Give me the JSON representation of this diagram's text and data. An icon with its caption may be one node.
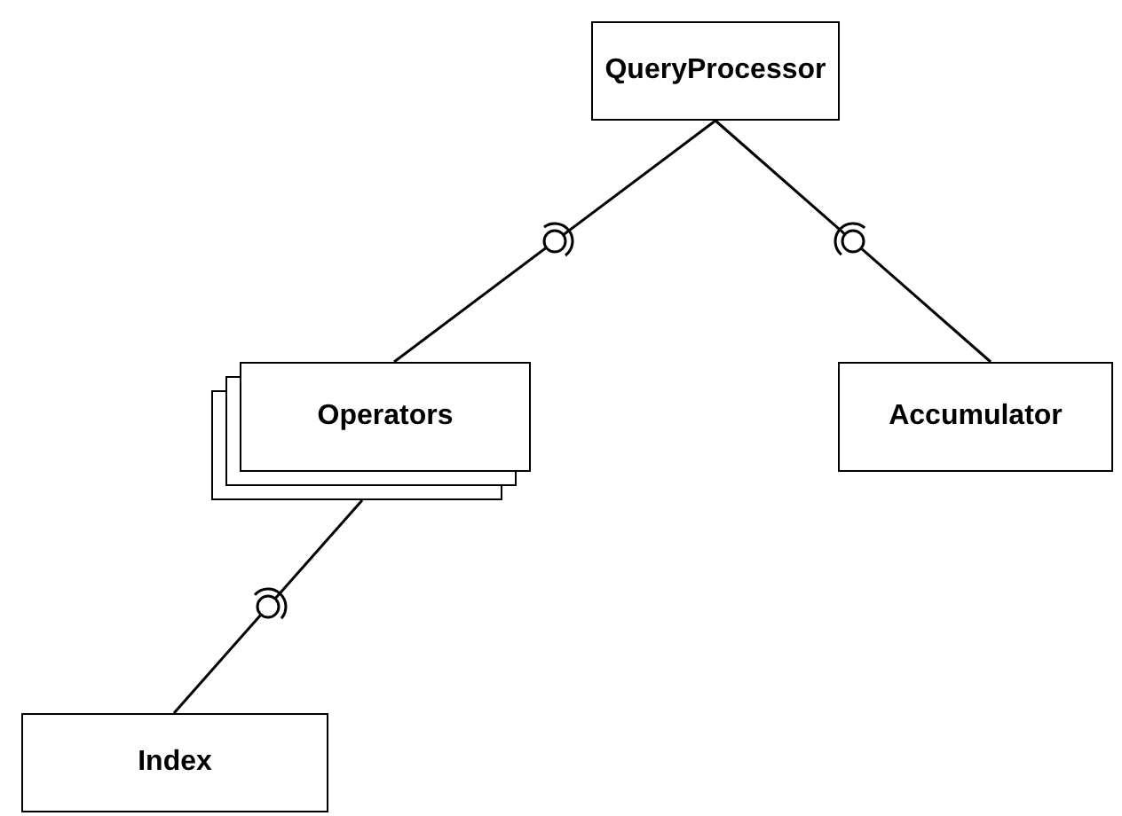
{
  "diagram": {
    "nodes": [
      {
        "text": [
          "QueryProcessor"
        ]
      },
      {
        "text": [
          "Operators"
        ]
      },
      {
        "text": [
          "Accumulator"
        ]
      },
      {
        "text": [
          "Index"
        ]
      }
    ],
    "edges": [
      {
        "from": 0,
        "to": 1,
        "arrow": "none"
      },
      {
        "from": 0,
        "to": 2,
        "arrow": "none"
      },
      {
        "from": 1,
        "to": 3,
        "arrow": "none"
      }
    ]
  }
}
